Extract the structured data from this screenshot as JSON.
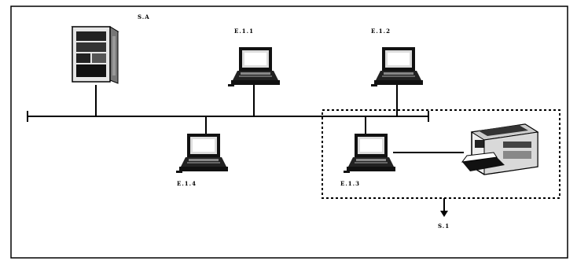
{
  "nodes": {
    "server": {
      "label": "S.A"
    },
    "workstation_1": {
      "label": "E.1.1"
    },
    "workstation_2": {
      "label": "E.1.2"
    },
    "workstation_3": {
      "label": "E.1.3"
    },
    "workstation_4": {
      "label": "E.1.4"
    },
    "printer": {
      "label": ""
    }
  },
  "subnet": {
    "label": "S.1"
  },
  "colors": {
    "line": "#000000",
    "background": "#ffffff"
  }
}
